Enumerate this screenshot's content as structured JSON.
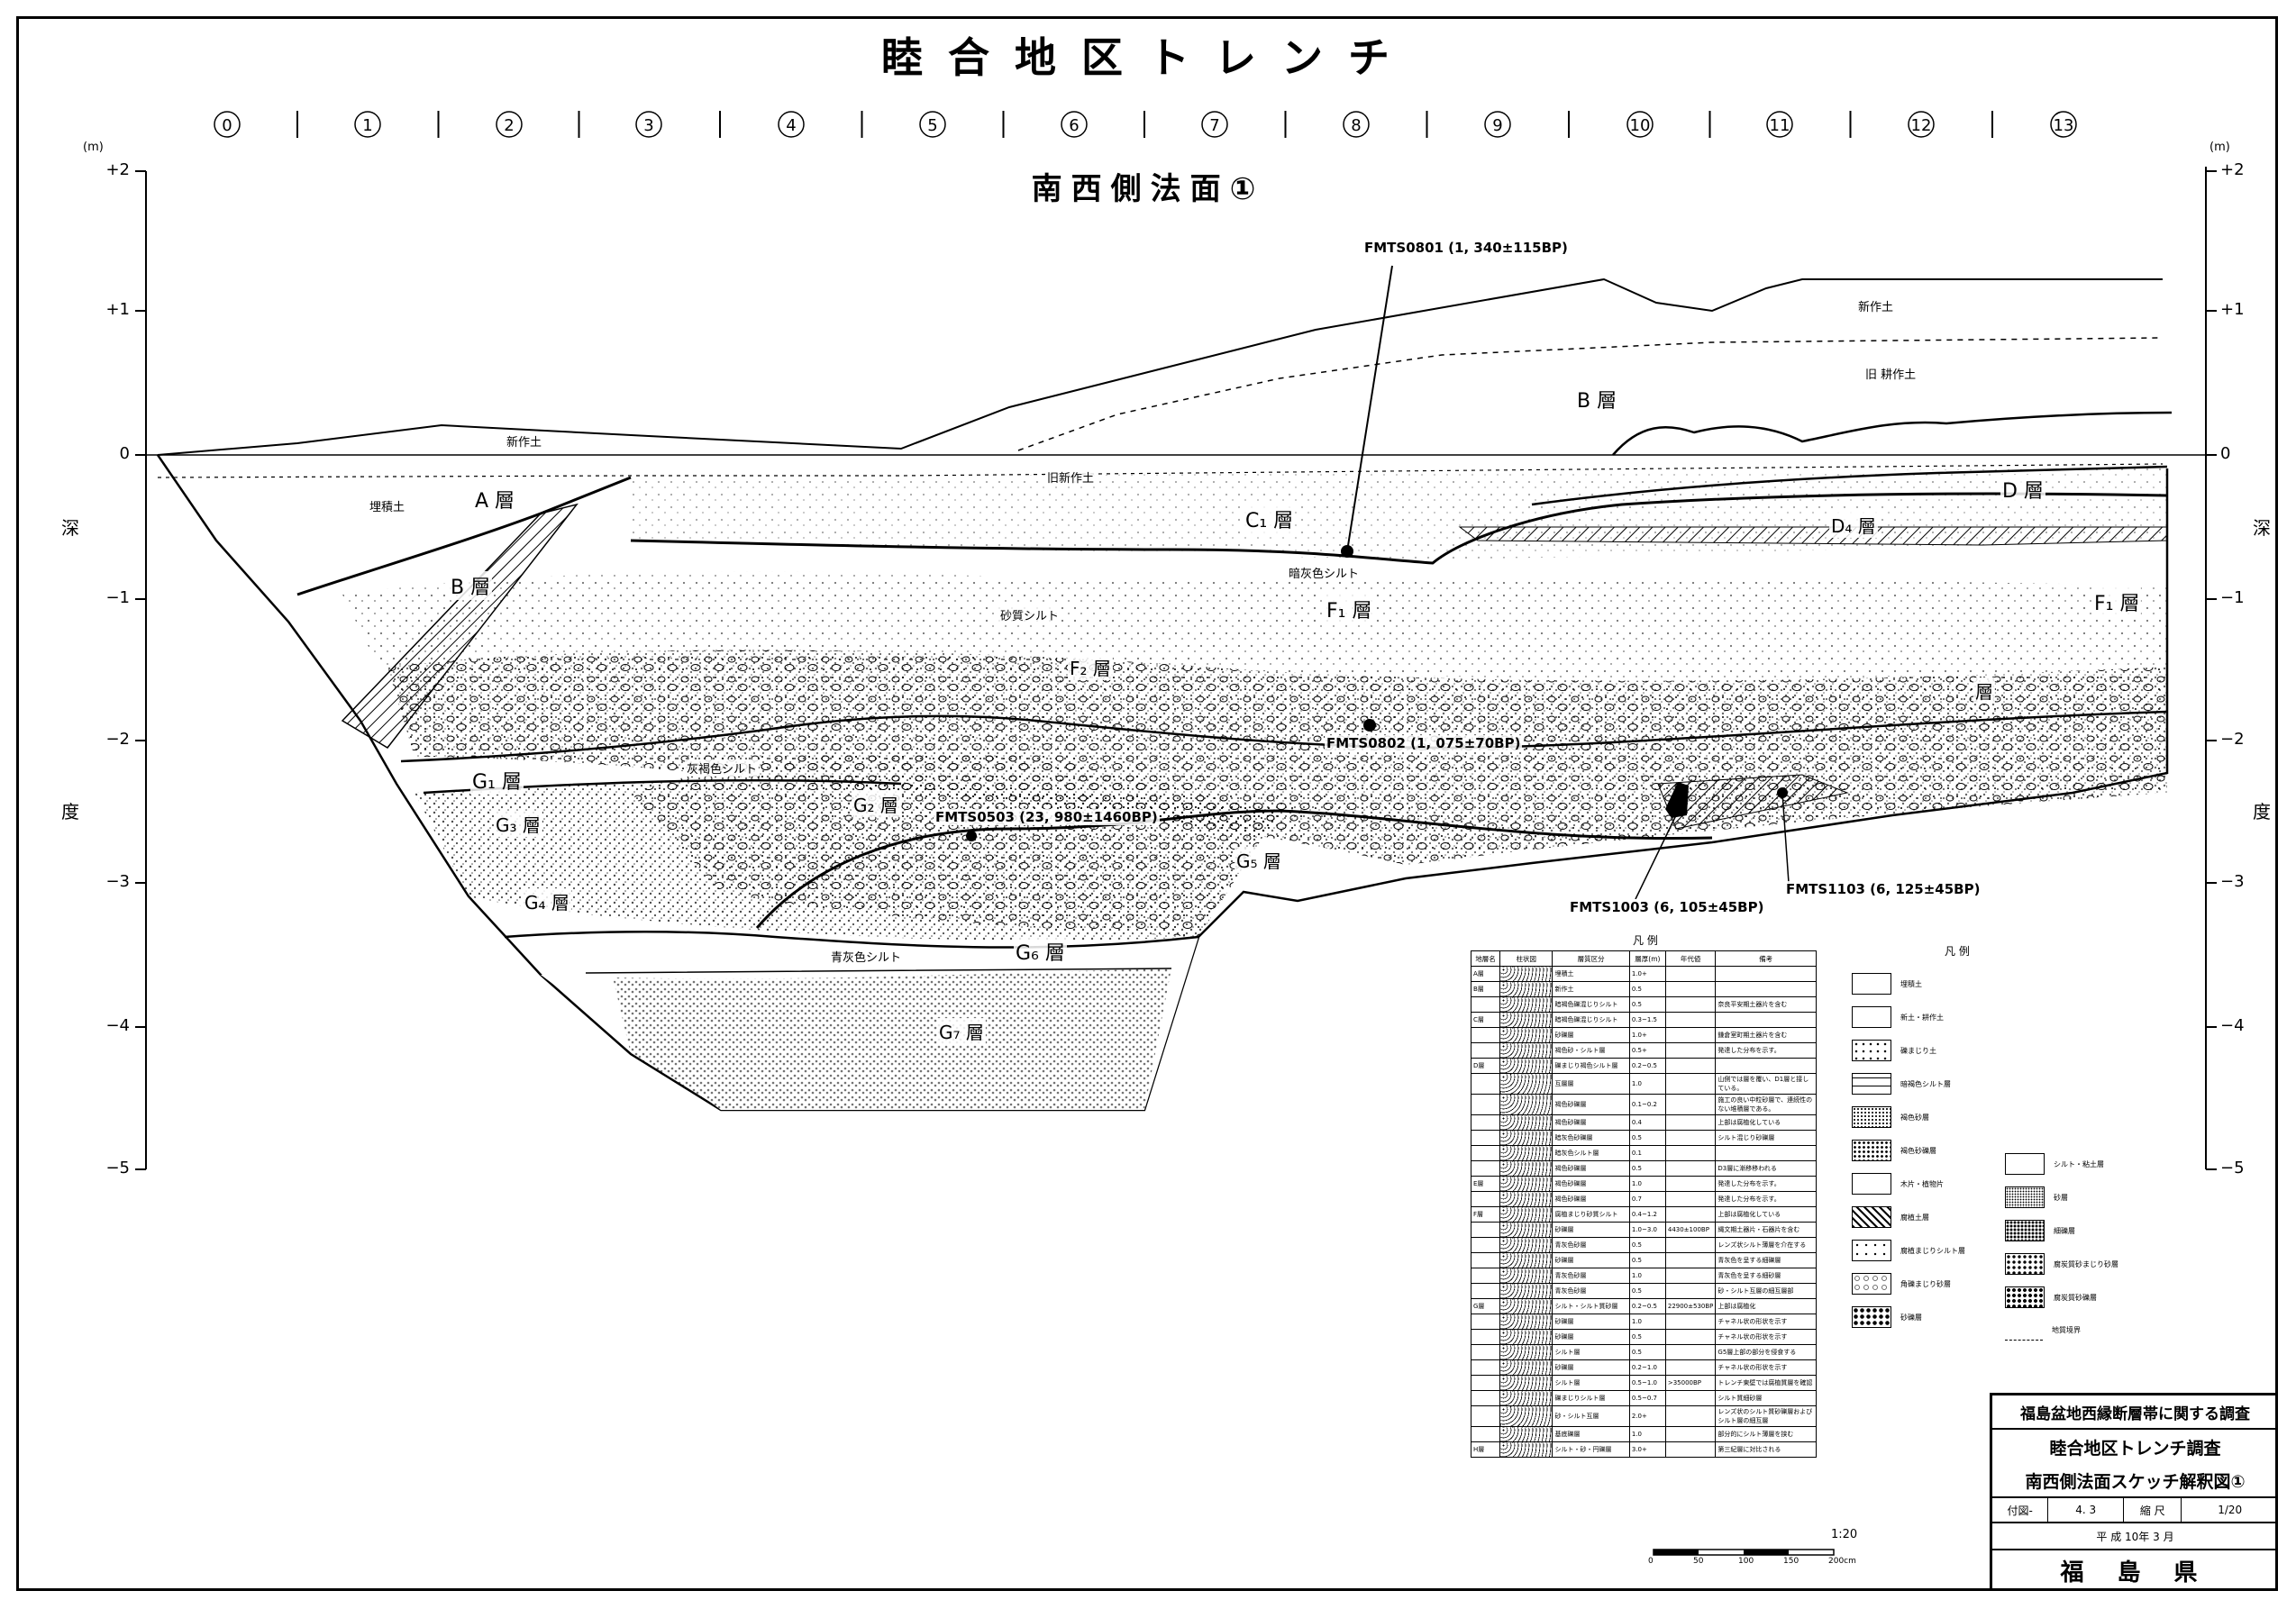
{
  "title": "睦合地区トレンチ",
  "section_title": "南西側法面①",
  "column_markers": [
    "0",
    "1",
    "2",
    "3",
    "4",
    "5",
    "6",
    "7",
    "8",
    "9",
    "10",
    "11",
    "12",
    "13"
  ],
  "axis": {
    "unit": "(m)",
    "ticks": [
      "+2",
      "+1",
      "0",
      "−1",
      "−2",
      "−3",
      "−4",
      "−5"
    ],
    "label_chars": [
      "深",
      "度"
    ],
    "ticks_right": [
      "+2",
      "+1",
      "0",
      "−1",
      "−2",
      "−3",
      "−4",
      "−5"
    ]
  },
  "layers": {
    "A": "A 層",
    "B_left": "B 層",
    "B_right": "B 層",
    "C1": "C₁ 層",
    "D": "D 層",
    "D4": "D₄ 層",
    "F1_mid": "F₁ 層",
    "F1_right": "F₁ 層",
    "F2": "F₂ 層",
    "G1": "G₁ 層",
    "G2": "G₂ 層",
    "G3": "G₃ 層",
    "G4": "G₄ 層",
    "G5": "G₅ 層",
    "G6": "G₆ 層",
    "G7": "G₇ 層",
    "F_right": "層"
  },
  "annotations": {
    "new_tillage_left": "新作土",
    "new_tillage_right": "新作土",
    "old_tillage_mid": "旧新作土",
    "old_tillage_right": "旧 耕作土",
    "fill": "埋積土",
    "gravel_silt": "砂質シルト",
    "grey_silt": "灰褐色シルト",
    "blue_grey_silt": "青灰色シルト",
    "dark_grey_silt": "暗灰色シルト"
  },
  "samples": [
    {
      "id": "FMTS0801",
      "label": "FMTS0801 (1, 340±115BP)"
    },
    {
      "id": "FMTS0802",
      "label": "FMTS0802 (1, 075±70BP)"
    },
    {
      "id": "FMTS0503",
      "label": "FMTS0503 (23, 980±1460BP)"
    },
    {
      "id": "FMTS1003",
      "label": "FMTS1003 (6, 105±45BP)"
    },
    {
      "id": "FMTS1103",
      "label": "FMTS1103 (6, 125±45BP)"
    }
  ],
  "legend": {
    "heading": "凡 例",
    "columns": [
      "地層名",
      "柱状図",
      "層質区分",
      "層厚(m)",
      "年代値",
      "備考"
    ],
    "rows": [
      [
        "A層",
        "",
        "埋積土",
        "1.0+",
        "",
        ""
      ],
      [
        "B層",
        "",
        "新作土",
        "0.5",
        "",
        ""
      ],
      [
        "",
        "",
        "暗褐色礫混じりシルト",
        "0.5",
        "",
        "奈良平安期土器片を含む"
      ],
      [
        "C層",
        "",
        "暗褐色礫混じりシルト",
        "0.3~1.5",
        "",
        ""
      ],
      [
        "",
        "",
        "砂礫層",
        "1.0+",
        "",
        "鎌倉室町期土器片を含む"
      ],
      [
        "",
        "",
        "褐色砂・シルト層",
        "0.5+",
        "",
        "発達した分布を示す。"
      ],
      [
        "D層",
        "",
        "礫まじり褐色シルト層",
        "0.2~0.5",
        "",
        ""
      ],
      [
        "",
        "",
        "互層層",
        "1.0",
        "",
        "山側では層を覆い、D1層と接している。"
      ],
      [
        "",
        "",
        "褐色砂礫層",
        "0.1~0.2",
        "",
        "施工の良い中粒砂層で、連続性のない堆積層である。"
      ],
      [
        "",
        "",
        "褐色砂礫層",
        "0.4",
        "",
        "上部は腐植化している"
      ],
      [
        "",
        "",
        "暗灰色砂礫層",
        "0.5",
        "",
        "シルト混じり砂礫層"
      ],
      [
        "",
        "",
        "暗灰色シルト層",
        "0.1",
        "",
        ""
      ],
      [
        "",
        "",
        "褐色砂礫層",
        "0.5",
        "",
        "D3層に漸移移われる"
      ],
      [
        "E層",
        "",
        "褐色砂礫層",
        "1.0",
        "",
        "発達した分布を示す。"
      ],
      [
        "",
        "",
        "褐色砂礫層",
        "0.7",
        "",
        "発達した分布を示す。"
      ],
      [
        "F層",
        "",
        "腐植まじり砂質シルト",
        "0.4~1.2",
        "",
        "上部は腐植化している"
      ],
      [
        "",
        "",
        "砂礫層",
        "1.0~3.0",
        "4430±100BP",
        "縄文期土器片・石器片を含む"
      ],
      [
        "",
        "",
        "青灰色砂層",
        "0.5",
        "",
        "レンズ状シルト薄層を介在する"
      ],
      [
        "",
        "",
        "砂礫層",
        "0.5",
        "",
        "青灰色を呈する細礫層"
      ],
      [
        "",
        "",
        "青灰色砂層",
        "1.0",
        "",
        "青灰色を呈する細砂層"
      ],
      [
        "",
        "",
        "青灰色砂層",
        "0.5",
        "",
        "砂・シルト互層の細互層部"
      ],
      [
        "G層",
        "",
        "シルト・シルト質砂層",
        "0.2~0.5",
        "22900±530BP",
        "上部は腐植化"
      ],
      [
        "",
        "",
        "砂礫層",
        "1.0",
        "",
        "チャネル状の形状を示す"
      ],
      [
        "",
        "",
        "砂礫層",
        "0.5",
        "",
        "チャネル状の形状を示す"
      ],
      [
        "",
        "",
        "シルト層",
        "0.5",
        "",
        "G5層上部の部分を侵食する"
      ],
      [
        "",
        "",
        "砂礫層",
        "0.2~1.0",
        "",
        "チャネル状の形状を示す"
      ],
      [
        "",
        "",
        "シルト層",
        "0.5~1.0",
        ">35000BP",
        "トレンチ東壁では腐植質層を確認"
      ],
      [
        "",
        "",
        "礫まじりシルト層",
        "0.5~0.7",
        "",
        "シルト質細砂層"
      ],
      [
        "",
        "",
        "砂・シルト互層",
        "2.0+",
        "",
        "レンズ状のシルト質砂礫層およびシルト層の細互層"
      ],
      [
        "",
        "",
        "基底礫層",
        "1.0",
        "",
        "部分的にシルト薄層を挟む"
      ],
      [
        "H層",
        "",
        "シルト・砂・円礫層",
        "3.0+",
        "",
        "第三紀層に対比される"
      ]
    ]
  },
  "symbol_legend": {
    "heading": "凡 例",
    "items": [
      "埋積土",
      "新土・耕作土",
      "礫まじり土",
      "暗褐色シルト層",
      "褐色砂層",
      "褐色砂礫層",
      "木片・植物片",
      "腐植土層",
      "腐植まじりシルト層",
      "角礫まじり砂層",
      "砂礫層",
      "シルト・粘土層",
      "砂層",
      "細礫層",
      "腐炭質砂まじり砂層",
      "腐炭質砂礫層",
      "地質境界"
    ]
  },
  "title_block": {
    "project": "福島盆地西縁断層帯に関する調査",
    "survey": "睦合地区トレンチ調査",
    "drawing": "南西側法面スケッチ解釈図①",
    "fig_label": "付図-",
    "fig_no": "4. 3",
    "scale_label": "縮 尺",
    "scale": "1/20",
    "date": "平 成 10年 3 月",
    "prefecture": "福 島 県"
  },
  "scale_bar": {
    "label": "1:20",
    "ticks": [
      "0",
      "50",
      "100",
      "150",
      "200cm"
    ]
  }
}
